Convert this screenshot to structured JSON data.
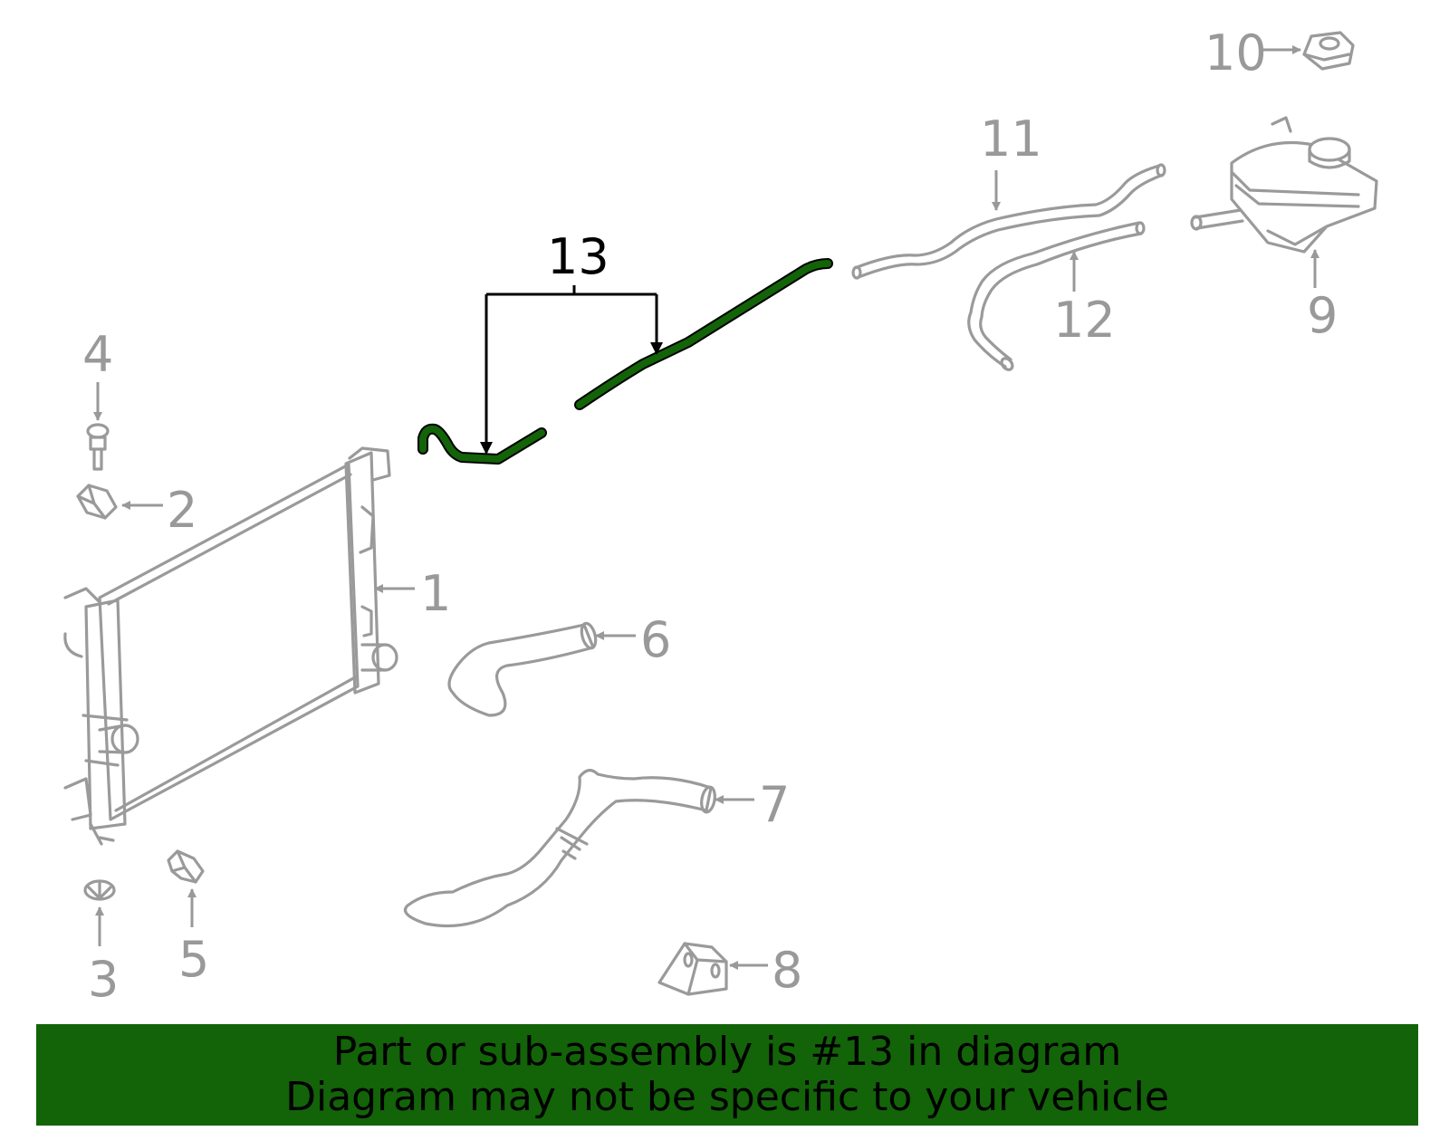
{
  "highlight_color": "#136309",
  "callouts": {
    "c1": "1",
    "c2": "2",
    "c3": "3",
    "c4": "4",
    "c5": "5",
    "c6": "6",
    "c7": "7",
    "c8": "8",
    "c9": "9",
    "c10": "10",
    "c11": "11",
    "c12": "12",
    "c13": "13"
  },
  "highlighted_part": "13",
  "banner": {
    "line1": "Part or sub-assembly is #13 in diagram",
    "line2": "Diagram may not be specific to your vehicle"
  }
}
